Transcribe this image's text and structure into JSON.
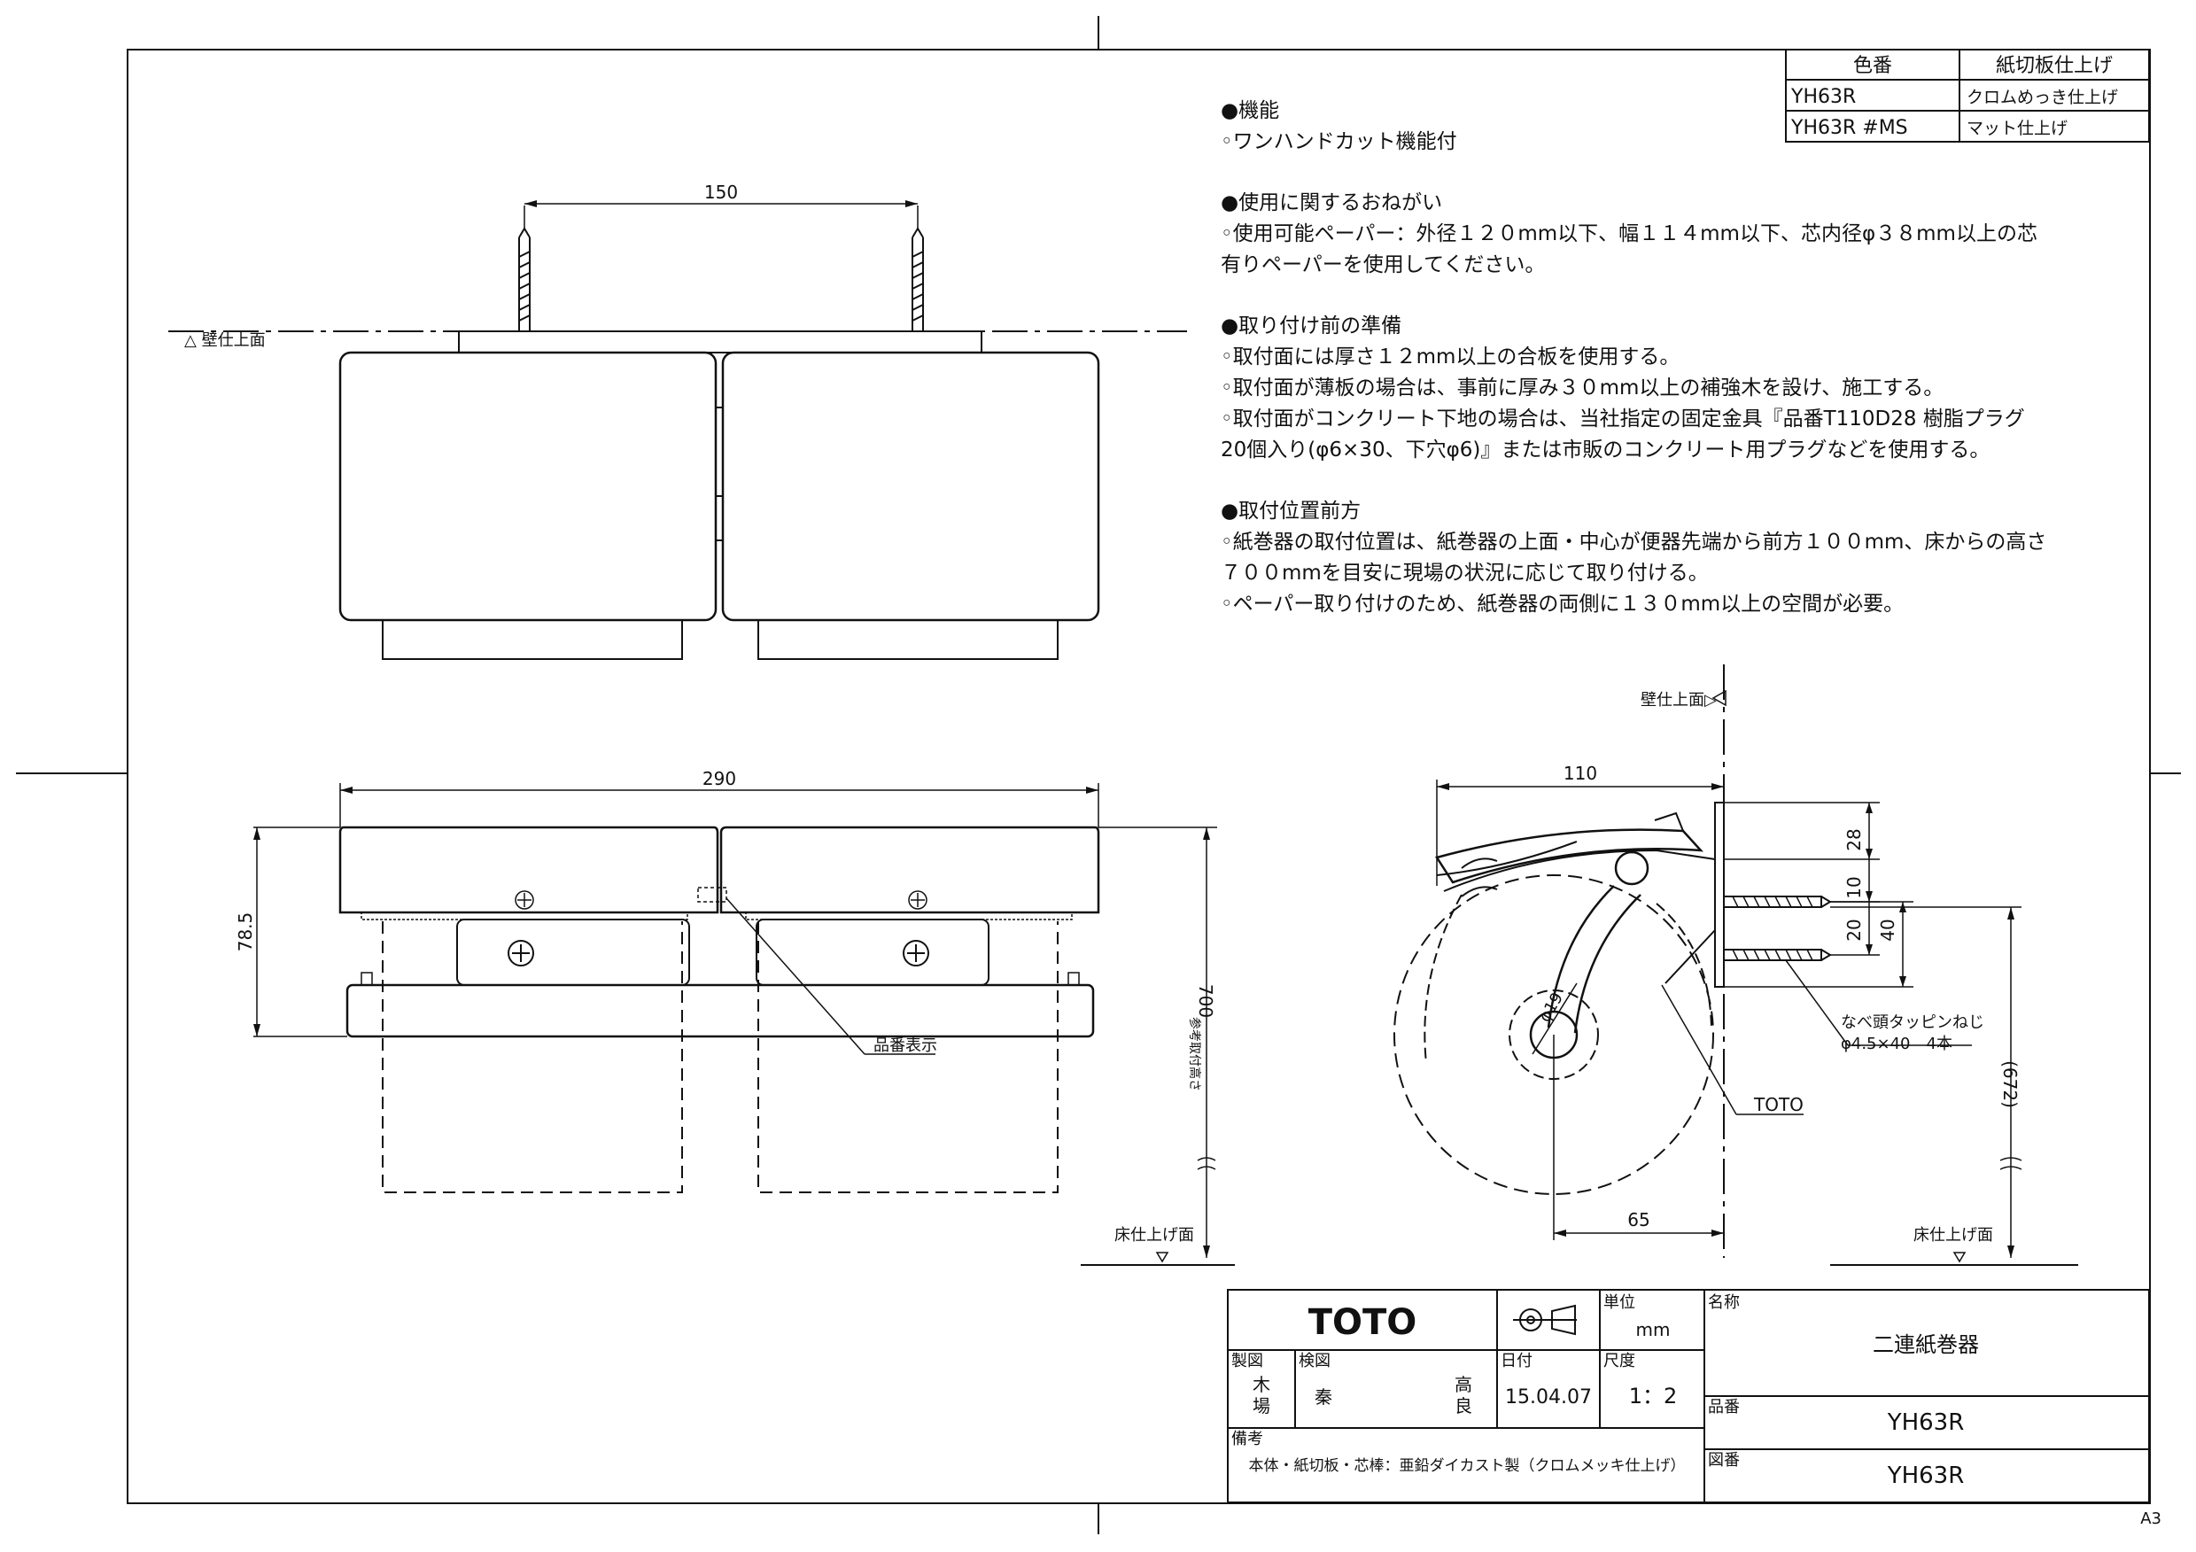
{
  "color_table": {
    "header_color_no": "色番",
    "header_finish": "紙切板仕上げ",
    "rows": [
      {
        "code": "YH63R",
        "finish": "クロムめっき仕上げ"
      },
      {
        "code": "YH63R #MS",
        "finish": "マット仕上げ"
      }
    ]
  },
  "notes": [
    {
      "heading": "●機能",
      "lines": [
        "◦ワンハンドカット機能付"
      ]
    },
    {
      "heading": "●使用に関するおねがい",
      "lines": [
        "◦使用可能ペーパー：外径１２０mm以下、幅１１４mm以下、芯内径φ３８mm以上の芯",
        "有りペーパーを使用してください。"
      ]
    },
    {
      "heading": "●取り付け前の準備",
      "lines": [
        "◦取付面には厚さ１２mm以上の合板を使用する。",
        "◦取付面が薄板の場合は、事前に厚み３０mm以上の補強木を設け、施工する。",
        "◦取付面がコンクリート下地の場合は、当社指定の固定金具『品番T110D28 樹脂プラグ",
        "20個入り(φ6×30、下穴φ6)』または市販のコンクリート用プラグなどを使用する。"
      ]
    },
    {
      "heading": "●取付位置前方",
      "lines": [
        "◦紙巻器の取付位置は、紙巻器の上面・中心が便器先端から前方１００mm、床からの高さ",
        "７００mmを目安に現場の状況に応じて取り付ける。",
        "◦ペーパー取り付けのため、紙巻器の両側に１３０mm以上の空間が必要。"
      ]
    }
  ],
  "drawing": {
    "top_view": {
      "dim_150": "150",
      "wall_label": "△ 壁仕上面"
    },
    "front_view": {
      "dim_290": "290",
      "dim_78_5": "78.5",
      "dim_700": "700",
      "vert_label": "参考取付高さ",
      "part_label": "品番表示",
      "floor_label": "床仕上げ面"
    },
    "side_view": {
      "wall_label": "壁仕上面▷",
      "dim_110": "110",
      "dim_28": "28",
      "dim_10": "10",
      "dim_20": "20",
      "dim_40": "40",
      "dim_phi19": "φ19",
      "screw_label_1": "なべ頭タッピンねじ",
      "screw_label_2": "φ4.5×40　4本",
      "toto_label": "TOTO",
      "dim_672": "(672)",
      "dim_65": "65",
      "floor_label": "床仕上げ面"
    }
  },
  "title_block": {
    "brand": "TOTO",
    "unit_label": "単位",
    "unit_value": "mm",
    "name_label": "名称",
    "name_value": "二連紙巻器",
    "drawn_label": "製図",
    "drawn_value_1": "木",
    "drawn_value_2": "場",
    "checked_label": "検図",
    "checked_value": "秦",
    "checked_value_2a": "高",
    "checked_value_2b": "良",
    "date_label": "日付",
    "date_value": "15.04.07",
    "scale_label": "尺度",
    "scale_value": "1：2",
    "product_label": "品番",
    "product_value": "YH63R",
    "remarks_label": "備考",
    "remarks_value": "本体・紙切板・芯棒：亜鉛ダイカスト製（クロムメッキ仕上げ）",
    "drawing_no_label": "図番",
    "drawing_no_value": "YH63R",
    "sheet_size": "A3"
  }
}
